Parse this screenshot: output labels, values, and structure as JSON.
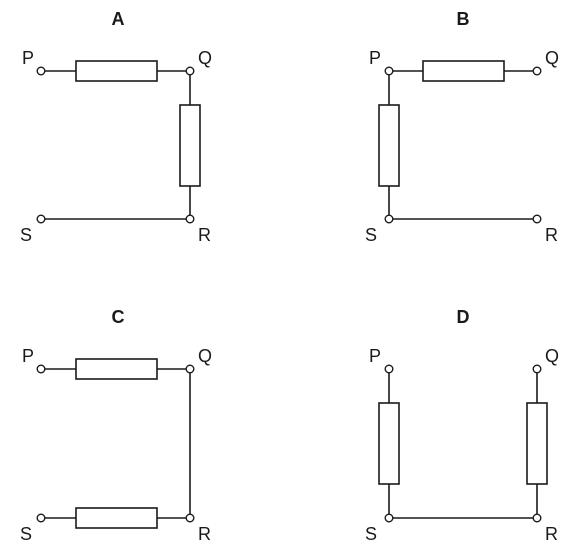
{
  "panels": [
    {
      "title": "A",
      "nodes": {
        "p": "P",
        "q": "Q",
        "r": "R",
        "s": "S"
      },
      "resistors": [
        "P-Q",
        "Q-R"
      ],
      "wires": [
        "S-R"
      ]
    },
    {
      "title": "B",
      "nodes": {
        "p": "P",
        "q": "Q",
        "r": "R",
        "s": "S"
      },
      "resistors": [
        "P-Q",
        "P-S"
      ],
      "wires": [
        "S-R"
      ]
    },
    {
      "title": "C",
      "nodes": {
        "p": "P",
        "q": "Q",
        "r": "R",
        "s": "S"
      },
      "resistors": [
        "P-Q",
        "S-R"
      ],
      "wires": [
        "Q-R"
      ]
    },
    {
      "title": "D",
      "nodes": {
        "p": "P",
        "q": "Q",
        "r": "R",
        "s": "S"
      },
      "resistors": [
        "P-S",
        "Q-R"
      ],
      "wires": [
        "S-R"
      ]
    }
  ],
  "colors": {
    "line": "#1a1a1a",
    "background": "#ffffff"
  }
}
